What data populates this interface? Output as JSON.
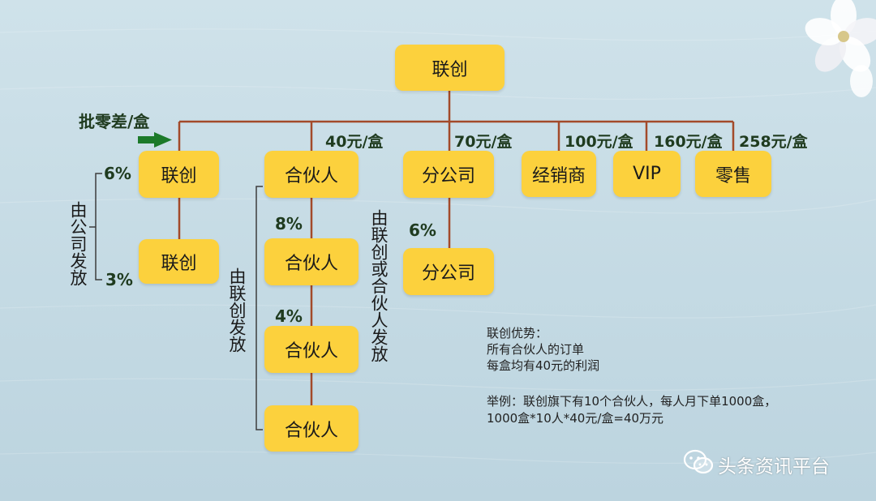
{
  "colors": {
    "background": "#c8dce6",
    "box": "#fcd13d",
    "line": "#a34a2a",
    "bracket": "#3d3d3d",
    "arrow": "#1c7a2a"
  },
  "nodes": {
    "root": "联创",
    "lianchuang_l1": "联创",
    "lianchuang_l2": "联创",
    "partner_1": "合伙人",
    "partner_2": "合伙人",
    "partner_3": "合伙人",
    "partner_4": "合伙人",
    "branch_1": "分公司",
    "branch_2": "分公司",
    "dealer": "经销商",
    "vip": "VIP",
    "retail": "零售"
  },
  "prices": {
    "wholesale_diff": "批零差/盒",
    "partner": "40元/盒",
    "branch": "70元/盒",
    "dealer": "100元/盒",
    "vip": "160元/盒",
    "retail": "258元/盒"
  },
  "percents": {
    "left_top": "6%",
    "left_bottom": "3%",
    "partner_top": "8%",
    "partner_mid": "4%",
    "branch": "6%"
  },
  "vertical_labels": {
    "company_issue": "由公司发放",
    "lianchuang_issue": "由联创发放",
    "lianchuang_or_partner_issue": "由联创或合伙人发放"
  },
  "notes": {
    "advantage_title": "联创优势：",
    "advantage_line1": "所有合伙人的订单",
    "advantage_line2": "每盒均有40元的利润",
    "example_line1": "举例：联创旗下有10个合伙人，每人月下单1000盒，",
    "example_line2": "1000盒*10人*40元/盒=40万元"
  },
  "watermark": {
    "text": "头条资讯平台",
    "icon": "wechat-icon"
  }
}
